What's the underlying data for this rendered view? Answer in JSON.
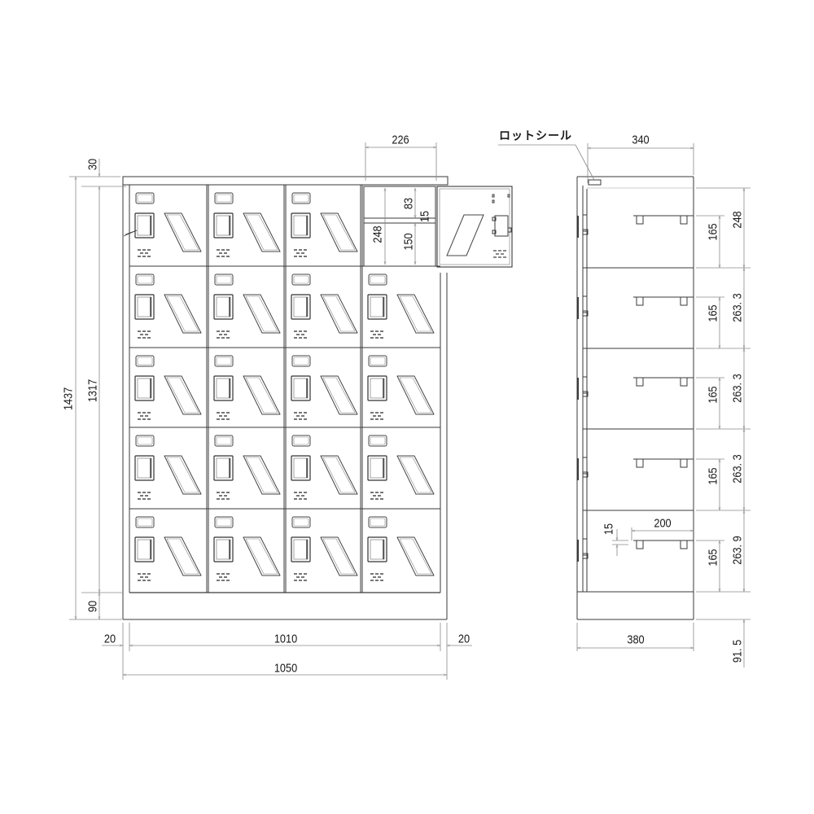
{
  "drawing": {
    "type": "technical-drawing",
    "views": [
      "front-elevation",
      "side-elevation"
    ],
    "colors": {
      "line": "#3a3a3a",
      "dim_line": "#8a8a8a",
      "text": "#1a1a1a",
      "background": "#ffffff"
    }
  },
  "front_view": {
    "grid": {
      "columns": 4,
      "rows": 5
    },
    "dimensions": {
      "top_offset": "30",
      "total_height": "1437",
      "body_height": "1317",
      "base_height": "90",
      "side_left": "20",
      "inner_width": "1010",
      "side_right": "20",
      "total_width": "1050",
      "door_width": "226",
      "open_cell_height": "248",
      "shelf_upper": "83",
      "shelf_thickness": "15",
      "shelf_lower": "150"
    }
  },
  "side_view": {
    "annotation": "ロットシール",
    "dimensions": {
      "depth_top": "340",
      "depth_bottom": "380",
      "row1_height": "248",
      "row2_height": "263. 3",
      "row3_height": "263. 3",
      "row4_height": "263. 3",
      "row5_height": "263. 9",
      "base_height": "91. 5",
      "hook_height_1": "165",
      "hook_height_2": "165",
      "hook_height_3": "165",
      "hook_height_4": "165",
      "hook_height_5": "165",
      "hook_width": "200",
      "hook_offset": "15"
    }
  }
}
